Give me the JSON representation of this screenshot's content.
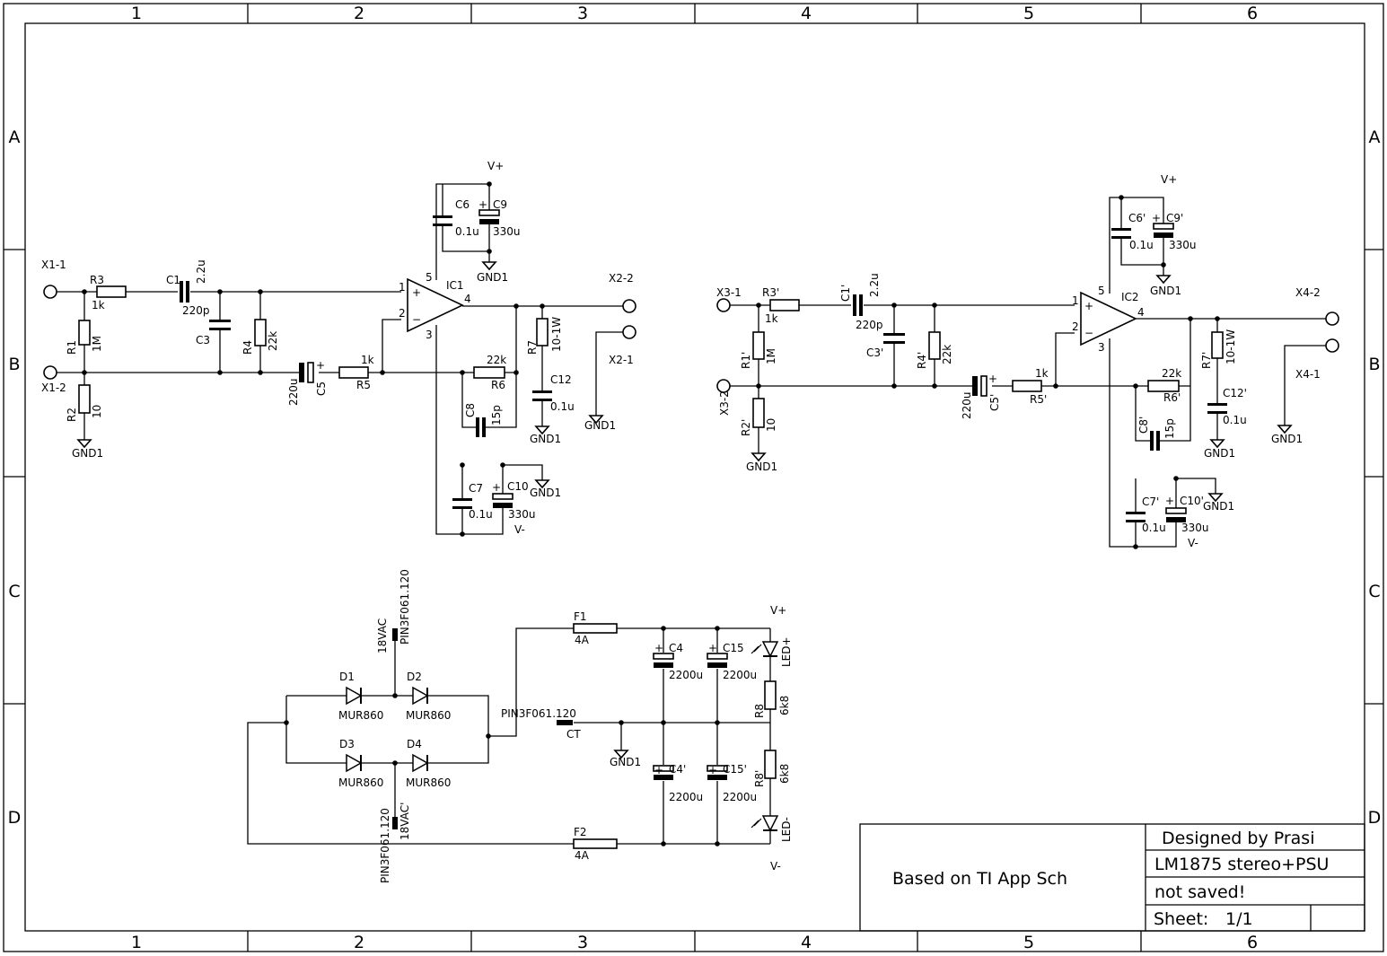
{
  "frame": {
    "cols": [
      "1",
      "2",
      "3",
      "4",
      "5",
      "6"
    ],
    "rows": [
      "A",
      "B",
      "C",
      "D"
    ]
  },
  "title_block": {
    "note": "Based on TI App Sch",
    "designer": "Designed by Prasi",
    "title": "LM1875 stereo+PSU",
    "status": "not saved!",
    "sheet_label": "Sheet:",
    "sheet_value": "1/1"
  },
  "ch1": {
    "x1_1": "X1-1",
    "x1_2": "X1-2",
    "x2_2": "X2-2",
    "x2_1": "X2-1",
    "r1": "R1",
    "r1_v": "1M",
    "r2": "R2",
    "r2_v": "10",
    "r3": "R3",
    "r3_v": "1k",
    "r4": "R4",
    "r4_v": "22k",
    "r5": "R5",
    "r5_v": "1k",
    "r6": "R6",
    "r6_v": "22k",
    "r7": "R7",
    "r7_v": "10-1W",
    "c1": "C1",
    "c1_v": "2.2u",
    "c3": "C3",
    "c3_v": "220p",
    "c5": "C5",
    "c5_v": "220u",
    "c6": "C6",
    "c6_v": "0.1u",
    "c9": "C9",
    "c9_v": "330u",
    "c7": "C7",
    "c7_v": "0.1u",
    "c10": "C10",
    "c10_v": "330u",
    "c8": "C8",
    "c8_v": "15p",
    "c12": "C12",
    "c12_v": "0.1u",
    "ic": "IC1",
    "vp": "V+",
    "vm": "V-",
    "gnd": "GND1",
    "pin1": "1",
    "pin2": "2",
    "pin3": "3",
    "pin4": "4",
    "pin5": "5",
    "plus": "+",
    "minus": "−"
  },
  "ch2": {
    "x3_1": "X3-1",
    "x3_2": "X3-2",
    "x4_2": "X4-2",
    "x4_1": "X4-1",
    "r1": "R1'",
    "r1_v": "1M",
    "r2": "R2'",
    "r2_v": "10",
    "r3": "R3'",
    "r3_v": "1k",
    "r4": "R4'",
    "r4_v": "22k",
    "r5": "R5'",
    "r5_v": "1k",
    "r6": "R6'",
    "r6_v": "22k",
    "r7": "R7'",
    "r7_v": "10-1W",
    "c1": "C1'",
    "c1_v": "2.2u",
    "c3": "C3'",
    "c3_v": "220p",
    "c5": "C5'",
    "c5_v": "220u",
    "c6": "C6'",
    "c6_v": "0.1u",
    "c9": "C9'",
    "c9_v": "330u",
    "c7": "C7'",
    "c7_v": "0.1u",
    "c10": "C10'",
    "c10_v": "330u",
    "c8": "C8'",
    "c8_v": "15p",
    "c12": "C12'",
    "c12_v": "0.1u",
    "ic": "IC2",
    "vp": "V+",
    "vm": "V-",
    "gnd": "GND1"
  },
  "psu": {
    "vac1": "18VAC",
    "pin1": "PIN3F061.120",
    "vac2": "18VAC'",
    "pin2": "PIN3F061.120",
    "ct_pin": "PIN3F061.120",
    "ct": "CT",
    "d1": "D1",
    "d2": "D2",
    "d3": "D3",
    "d4": "D4",
    "diode": "MUR860",
    "f1": "F1",
    "f2": "F2",
    "fuse_v": "4A",
    "c4": "C4",
    "c15": "C15",
    "c4b": "C4'",
    "c15b": "C15'",
    "cap_v": "2200u",
    "r8": "R8",
    "r8b": "R8'",
    "r8_v": "6k8",
    "led_p": "LED+",
    "led_m": "LED-",
    "vp": "V+",
    "vm": "V-",
    "gnd": "GND1"
  }
}
